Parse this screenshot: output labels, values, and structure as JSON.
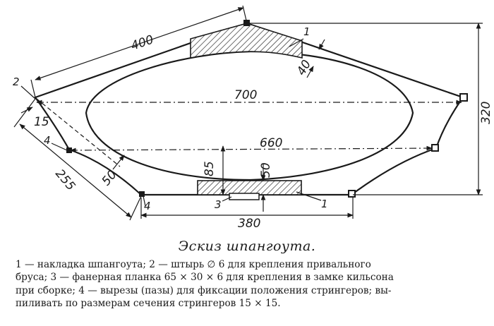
{
  "dimensions": {
    "top_length": "400",
    "full_width": "700",
    "inner_width": "660",
    "bottom_plank": "380",
    "height": "320",
    "side_length": "255",
    "lining_thickness": "40",
    "side_offset": "50",
    "bottom_height": "85",
    "bottom_thickness": "50",
    "pin_offset": "15"
  },
  "callouts": {
    "lining_top": "1",
    "lining_bottom": "1",
    "pin": "2",
    "plank": "3",
    "notch_left": "4",
    "notch_bottom": "4"
  },
  "caption": {
    "title": "Эскиз шпангоута.",
    "line1": "1 — накладка шпангоута; 2 — штырь ∅ 6 для крепления привального",
    "line2": "бруса; 3 — фанерная планка 65 × 30 × 6 для крепления в замке кильсона",
    "line3": "при сборке; 4 — вырезы (пазы) для фиксации положения стрингеров; вы-",
    "line4": "пиливать по размерам сечения стрингеров 15 × 15."
  }
}
